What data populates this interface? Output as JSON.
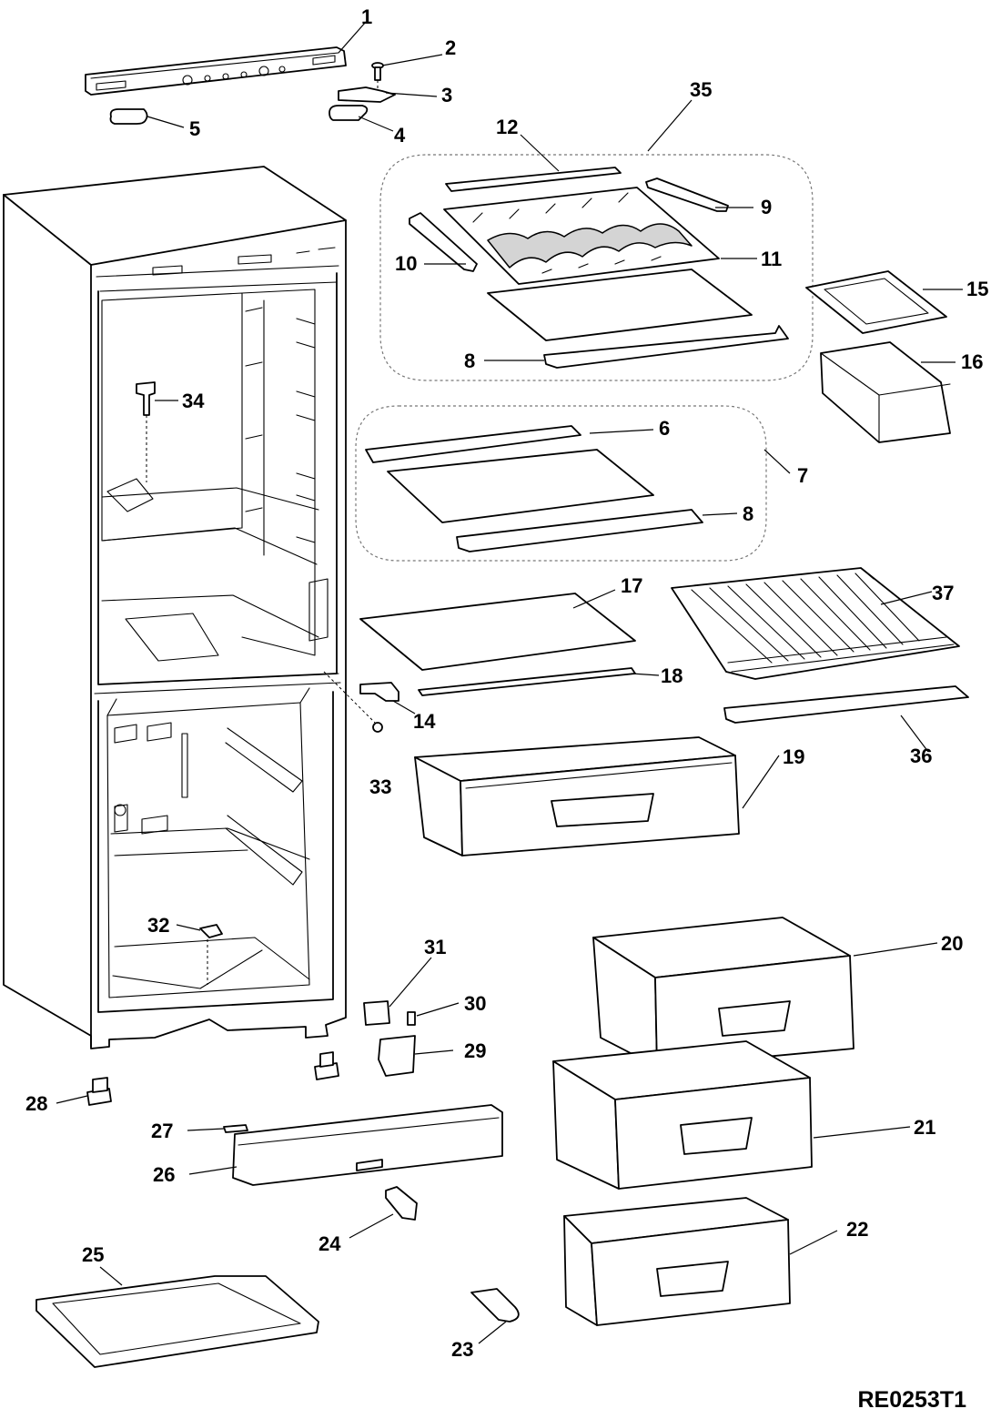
{
  "diagram": {
    "reference_code": "RE0253T1",
    "callouts": {
      "c1": "1",
      "c2": "2",
      "c3": "3",
      "c4": "4",
      "c5": "5",
      "c6": "6",
      "c7": "7",
      "c8a": "8",
      "c8b": "8",
      "c9": "9",
      "c10": "10",
      "c11": "11",
      "c12": "12",
      "c14": "14",
      "c15": "15",
      "c16": "16",
      "c17": "17",
      "c18": "18",
      "c19": "19",
      "c20": "20",
      "c21": "21",
      "c22": "22",
      "c23": "23",
      "c24": "24",
      "c25": "25",
      "c26": "26",
      "c27": "27",
      "c28": "28",
      "c29": "29",
      "c30": "30",
      "c31": "31",
      "c32": "32",
      "c33": "33",
      "c34": "34",
      "c35": "35",
      "c36": "36",
      "c37": "37"
    }
  }
}
